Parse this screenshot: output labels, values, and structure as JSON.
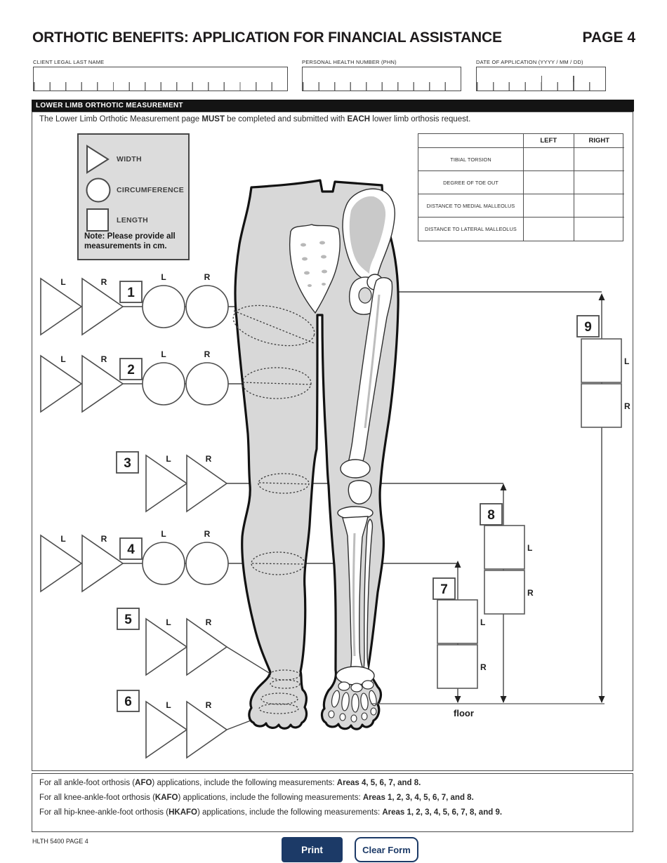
{
  "header": {
    "title": "ORTHOTIC BENEFITS: APPLICATION FOR FINANCIAL ASSISTANCE",
    "page_label": "PAGE 4"
  },
  "fields": {
    "client_name": {
      "label": "CLIENT LEGAL LAST NAME"
    },
    "phn": {
      "label": "PERSONAL HEALTH NUMBER (PHN)"
    },
    "date": {
      "label": "DATE OF APPLICATION (YYYY / MM / DD)"
    }
  },
  "section_title": "LOWER LIMB ORTHOTIC MEASUREMENT",
  "intro": {
    "pre": "The Lower Limb Orthotic Measurement page ",
    "bold1": "MUST",
    "mid": " be completed and submitted with ",
    "bold2": "EACH",
    "post": " lower limb orthosis request."
  },
  "legend": {
    "width_label": "WIDTH",
    "circumference_label": "CIRCUMFERENCE",
    "length_label": "LENGTH",
    "note": "Note: Please provide all measurements in cm."
  },
  "torsion_table": {
    "left_header": "LEFT",
    "right_header": "RIGHT",
    "rows": [
      "TIBIAL TORSION",
      "DEGREE OF TOE OUT",
      "DISTANCE TO MEDIAL MALLEOLUS",
      "DISTANCE TO LATERAL MALLEOLUS"
    ]
  },
  "diagram": {
    "l": "L",
    "r": "R",
    "floor_label": "floor",
    "area_numbers": [
      "1",
      "2",
      "3",
      "4",
      "5",
      "6",
      "7",
      "8",
      "9"
    ]
  },
  "notes": [
    {
      "pre": "For all ankle-foot orthosis (",
      "acronym": "AFO",
      "mid": ") applications, include the following measurements: ",
      "areas": "Areas 4, 5, 6, 7, and 8."
    },
    {
      "pre": "For all knee-ankle-foot orthosis (",
      "acronym": "KAFO",
      "mid": ") applications, include the following measurements: ",
      "areas": "Areas 1, 2, 3, 4, 5, 6, 7, and 8."
    },
    {
      "pre": "For all hip-knee-ankle-foot orthosis (",
      "acronym": "HKAFO",
      "mid": ") applications, include the following measurements: ",
      "areas": "Areas 1, 2, 3, 4, 5, 6, 7, 8, and 9."
    }
  ],
  "footer": {
    "form_id": "HLTH 5400  PAGE 4",
    "print_label": "Print",
    "clear_label": "Clear Form"
  },
  "colors": {
    "accent_navy": "#1c3a67",
    "bar_black": "#141414",
    "legend_gray": "#dcdcdc",
    "leg_gray": "#d8d8d8"
  }
}
